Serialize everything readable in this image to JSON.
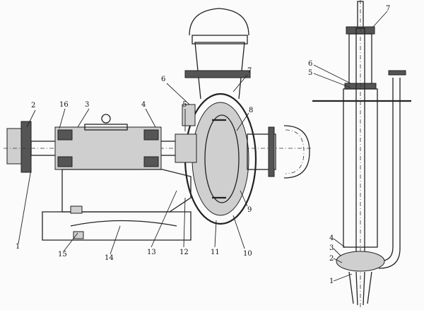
{
  "left_view": {
    "labels": [
      "1",
      "2",
      "3",
      "4",
      "5",
      "6",
      "7",
      "8",
      "9",
      "10",
      "11",
      "12",
      "13",
      "14",
      "15",
      "16"
    ]
  },
  "right_view": {
    "labels": [
      "1",
      "2",
      "3",
      "4",
      "5",
      "6",
      "7"
    ]
  }
}
